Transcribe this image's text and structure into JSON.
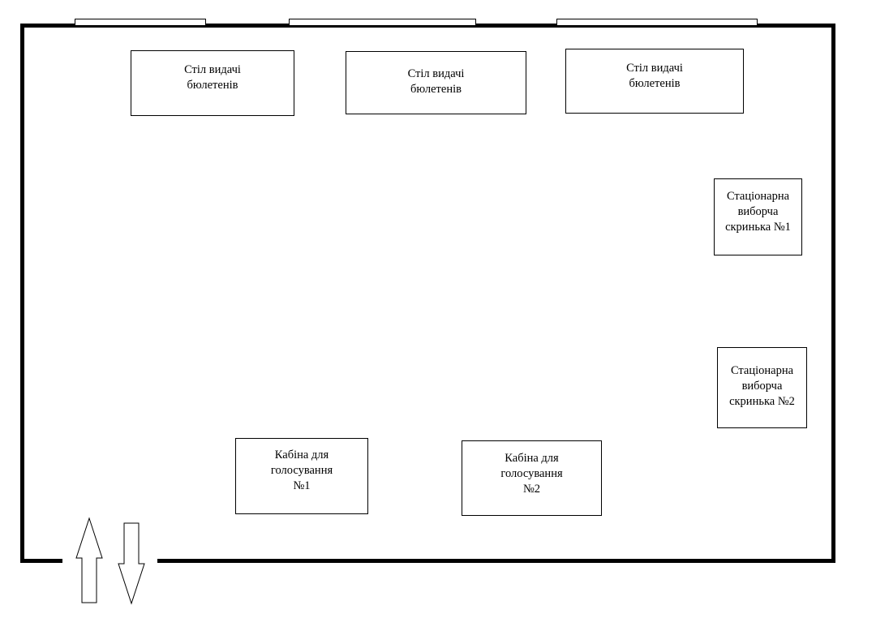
{
  "diagram": {
    "title": "Polling station layout",
    "colors": {
      "stroke": "#000000",
      "background": "#ffffff"
    },
    "windows_count": 3,
    "ballot_tables": [
      {
        "label": "Стіл видачі\nбюлетенів"
      },
      {
        "label": "Стіл видачі\nбюлетенів"
      },
      {
        "label": "Стіл видачі\nбюлетенів"
      }
    ],
    "ballot_boxes": [
      {
        "label": "Стаціонарна\nвиборча\nскринька №1"
      },
      {
        "label": "Стаціонарна\nвиборча\nскринька №2"
      }
    ],
    "voting_booths": [
      {
        "label": "Кабіна для\nголосування\n№1"
      },
      {
        "label": "Кабіна для\nголосування\n№2"
      }
    ],
    "entrance": {
      "arrows": [
        "entry-arrow-up",
        "exit-arrow-down"
      ]
    }
  }
}
